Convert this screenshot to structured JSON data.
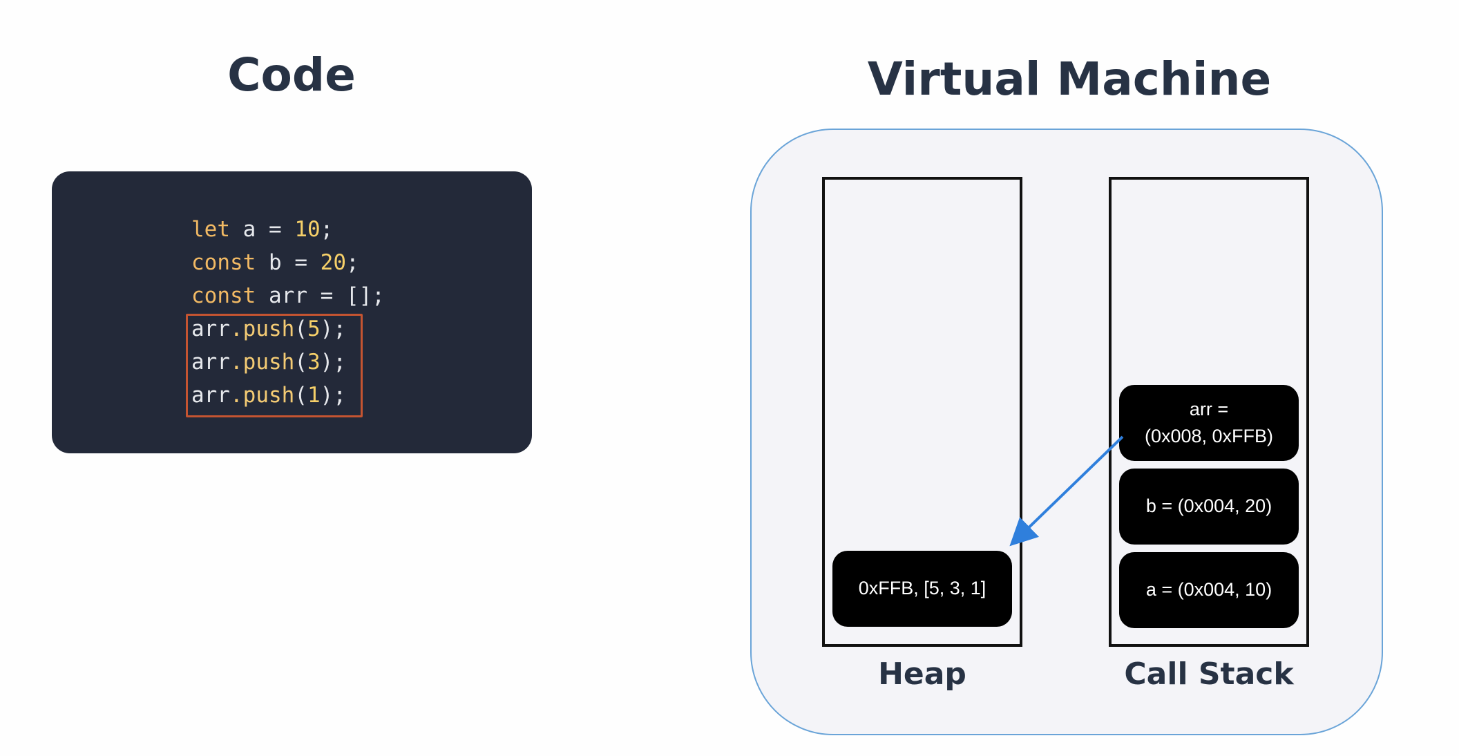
{
  "titles": {
    "code": "Code",
    "vm": "Virtual Machine"
  },
  "code": {
    "lines": [
      [
        {
          "t": "let",
          "c": "kw"
        },
        {
          "t": " a = ",
          "c": "plain"
        },
        {
          "t": "10",
          "c": "num"
        },
        {
          "t": ";",
          "c": "plain"
        }
      ],
      [
        {
          "t": "const",
          "c": "kw"
        },
        {
          "t": " b = ",
          "c": "plain"
        },
        {
          "t": "20",
          "c": "num"
        },
        {
          "t": ";",
          "c": "plain"
        }
      ],
      [
        {
          "t": "const",
          "c": "kw"
        },
        {
          "t": " arr = [];",
          "c": "plain"
        }
      ],
      [
        {
          "t": "arr",
          "c": "plain"
        },
        {
          "t": ".",
          "c": "punct"
        },
        {
          "t": "push",
          "c": "fn"
        },
        {
          "t": "(",
          "c": "plain"
        },
        {
          "t": "5",
          "c": "num"
        },
        {
          "t": ");",
          "c": "plain"
        }
      ],
      [
        {
          "t": "arr",
          "c": "plain"
        },
        {
          "t": ".",
          "c": "punct"
        },
        {
          "t": "push",
          "c": "fn"
        },
        {
          "t": "(",
          "c": "plain"
        },
        {
          "t": "3",
          "c": "num"
        },
        {
          "t": ");",
          "c": "plain"
        }
      ],
      [
        {
          "t": "arr",
          "c": "plain"
        },
        {
          "t": ".",
          "c": "punct"
        },
        {
          "t": "push",
          "c": "fn"
        },
        {
          "t": "(",
          "c": "plain"
        },
        {
          "t": "1",
          "c": "num"
        },
        {
          "t": ");",
          "c": "plain"
        }
      ]
    ]
  },
  "memory": {
    "heap_label": "Heap",
    "stack_label": "Call Stack",
    "heap_cell": "0xFFB, [5, 3, 1]",
    "stack_cells": {
      "arr_line1": "arr =",
      "arr_line2": "(0x008, 0xFFB)",
      "b": "b = (0x004, 20)",
      "a": "a =  (0x004, 10)"
    }
  },
  "colors": {
    "heading": "#273244",
    "code_bg": "#232939",
    "highlight": "#c55431",
    "vm_bg": "#f4f4f8",
    "vm_border": "#6aa4d8",
    "arrow": "#2f7fdc"
  }
}
